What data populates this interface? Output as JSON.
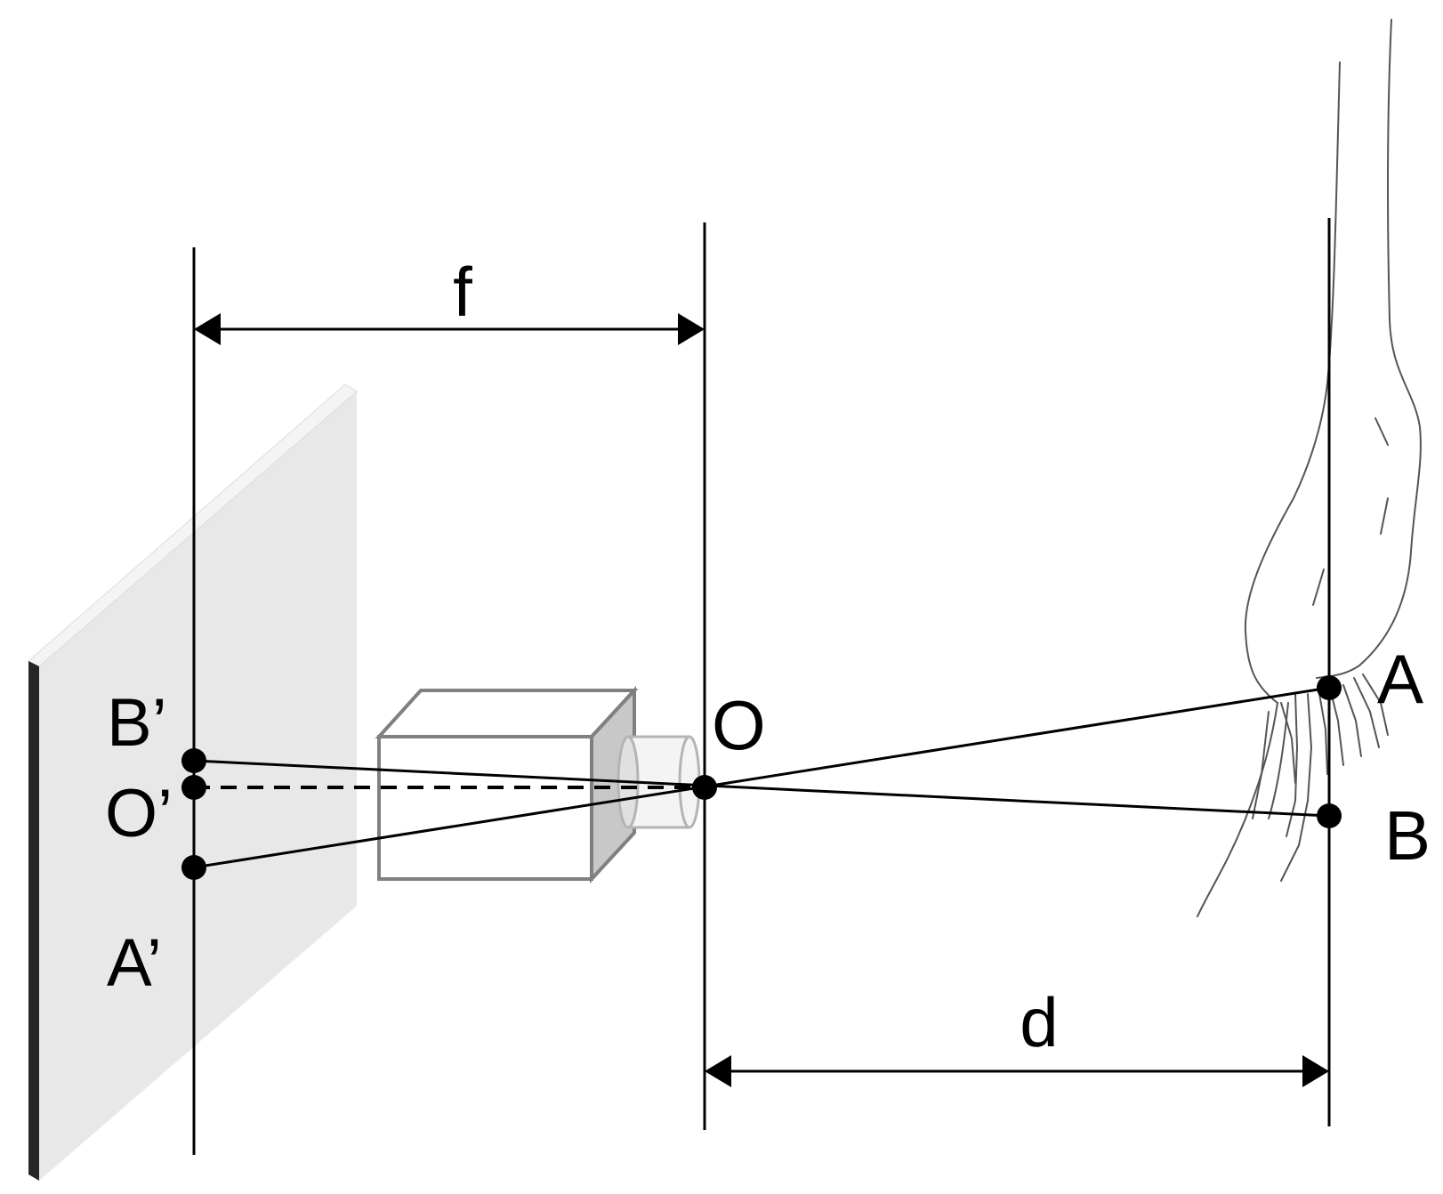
{
  "labels": {
    "focal_length": "f",
    "distance": "d",
    "lens_center": "O",
    "image_center": "O’",
    "object_top": "A",
    "object_bottom": "B",
    "image_top": "A’",
    "image_bottom": "B’"
  },
  "colors": {
    "line": "#000000",
    "screen_face": "#e8e8e8",
    "screen_top_edge": "#f2f2f2",
    "screen_front_edge": "#262626",
    "camera_outline": "#808080",
    "camera_side": "#c8c8c8",
    "lens_barrel": "#f4f4f4",
    "hand_sketch": "#555555"
  },
  "icons": {
    "screen": "image-plane",
    "camera": "camera-icon",
    "hand": "hand-sketch"
  }
}
